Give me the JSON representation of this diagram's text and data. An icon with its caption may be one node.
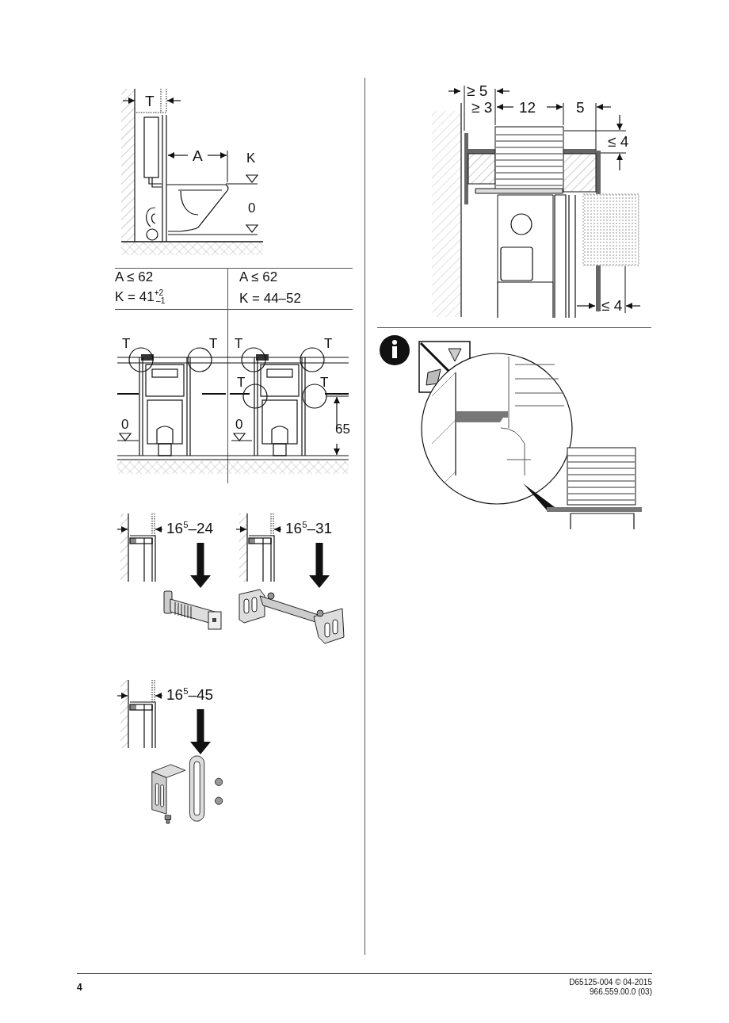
{
  "diagram": {
    "nodes": [
      {
        "text": [
          "16$^{5}$–24"
        ]
      },
      {
        "text": [],
        "shape": "picture"
      },
      {
        "text": [
          "16$^{5}$–31"
        ]
      },
      {
        "text": [],
        "shape": "picture"
      },
      {
        "text": [
          "16$^{5}$–45"
        ]
      },
      {
        "text": [],
        "shape": "picture"
      }
    ],
    "edges": [
      {
        "from": 0,
        "to": 1,
        "arrow": "to"
      },
      {
        "from": 2,
        "to": 3,
        "arrow": "to"
      },
      {
        "from": 4,
        "to": 5,
        "arrow": "to"
      }
    ],
    "labels": [
      "T",
      "A",
      "K",
      "0",
      "A ≤ 62",
      "K = 41$^{+2}$$_{–1}$",
      "A ≤ 62",
      "K = 44–52",
      "T",
      "T",
      "T",
      "T",
      "T",
      "T",
      "0",
      "0",
      "65",
      "≥ 5",
      "≥ 3",
      "12",
      "5",
      "≤ 4",
      "≤ 4",
      "4",
      "D65125-004 © 04-2015",
      "966.559.00.0 (03)"
    ]
  }
}
